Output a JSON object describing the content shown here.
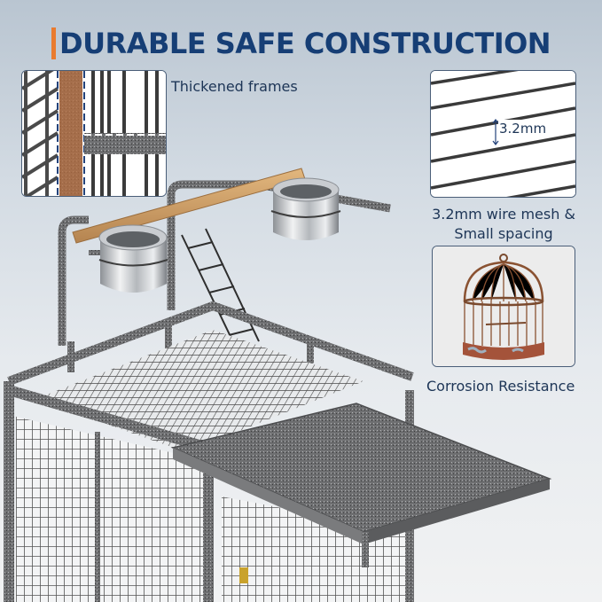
{
  "header": {
    "title": "DURABLE SAFE CONSTRUCTION",
    "accent_color": "#e97b2f",
    "title_color": "#163e75"
  },
  "features": [
    {
      "id": "thickened-frames",
      "label": "Thickened frames",
      "icon": "frame-closeup-image"
    },
    {
      "id": "wire-mesh",
      "label_line1": "3.2mm wire mesh &",
      "label_line2": "Small spacing",
      "measure": "3.2mm",
      "icon": "wire-mesh-closeup-image"
    },
    {
      "id": "corrosion",
      "label": "Corrosion Resistance",
      "icon": "rusty-birdcage-image"
    }
  ],
  "product": {
    "name": "bird cage with play top",
    "parts": [
      "wooden perch",
      "stainless steel feeding cups",
      "ladder",
      "play top tray",
      "wire mesh panels"
    ]
  }
}
